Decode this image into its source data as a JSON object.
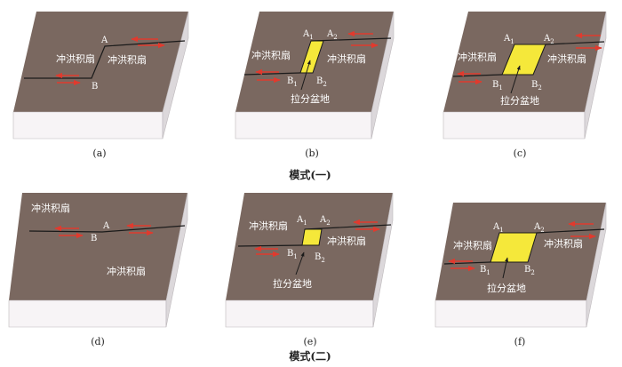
{
  "colors": {
    "block_top": "#7a6860",
    "block_side_light": "#f7f4f6",
    "block_side_dark": "#dcd8db",
    "fault": "#1a1a1a",
    "arrow": "#e03a2e",
    "basin": "#f5e83a"
  },
  "text": {
    "fan": "冲洪积扇",
    "basin": "拉分盆地",
    "A": "A",
    "B": "B",
    "A1": "A",
    "A2": "A",
    "B1": "B",
    "B2": "B",
    "sub1": "1",
    "sub2": "2"
  },
  "panels": [
    {
      "id": "a",
      "caption": "(a)"
    },
    {
      "id": "b",
      "caption": "(b)"
    },
    {
      "id": "c",
      "caption": "(c)"
    },
    {
      "id": "d",
      "caption": "(d)"
    },
    {
      "id": "e",
      "caption": "(e)"
    },
    {
      "id": "f",
      "caption": "(f)"
    }
  ],
  "rows": [
    {
      "label": "模式(一)"
    },
    {
      "label": "模式(二)"
    }
  ]
}
